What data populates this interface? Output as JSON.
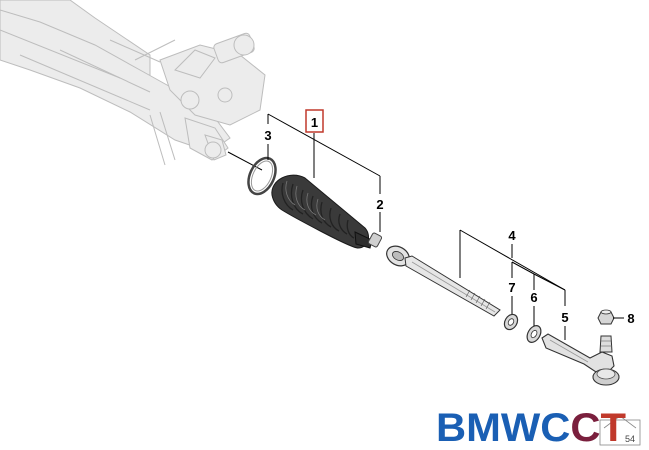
{
  "callouts": {
    "c1": "1",
    "c2": "2",
    "c3": "3",
    "c4": "4",
    "c5": "5",
    "c6": "6",
    "c7": "7",
    "c8": "8"
  },
  "highlight_color": "#c0392b",
  "watermark": {
    "text": "BMWCCT",
    "colors": [
      "#1a5fb4",
      "#1a5fb4",
      "#1a5fb4",
      "#1a5fb4",
      "#7a1f3d",
      "#c0392b"
    ]
  },
  "diagram_id": "54",
  "icons": {
    "rack": "steering-rack-housing",
    "boot": "bellows-boot",
    "ring": "clamp-ring",
    "tie_rod": "inner-tie-rod",
    "end": "tie-rod-end"
  }
}
